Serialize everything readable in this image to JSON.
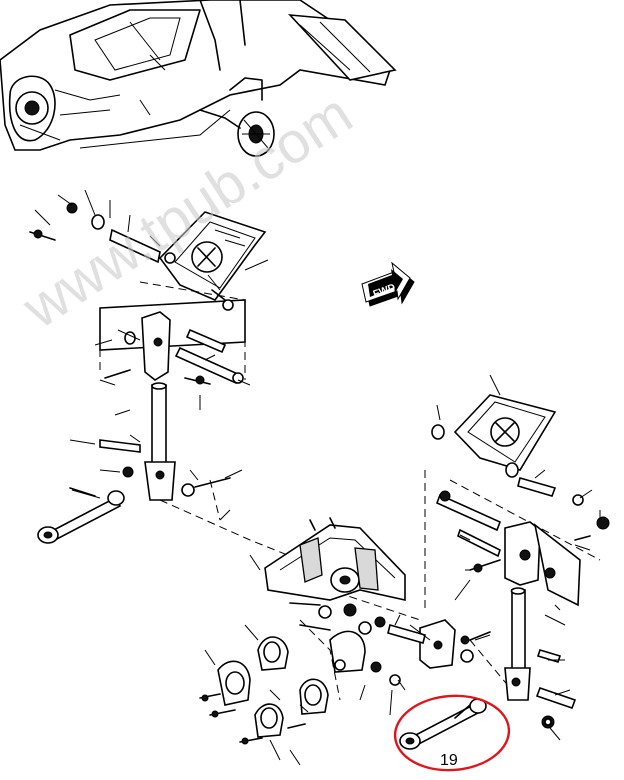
{
  "figure": {
    "watermark_text": "www.tpub.com",
    "direction_label": "FWD",
    "callout_number": "19",
    "highlight_color": "#e0141b"
  }
}
